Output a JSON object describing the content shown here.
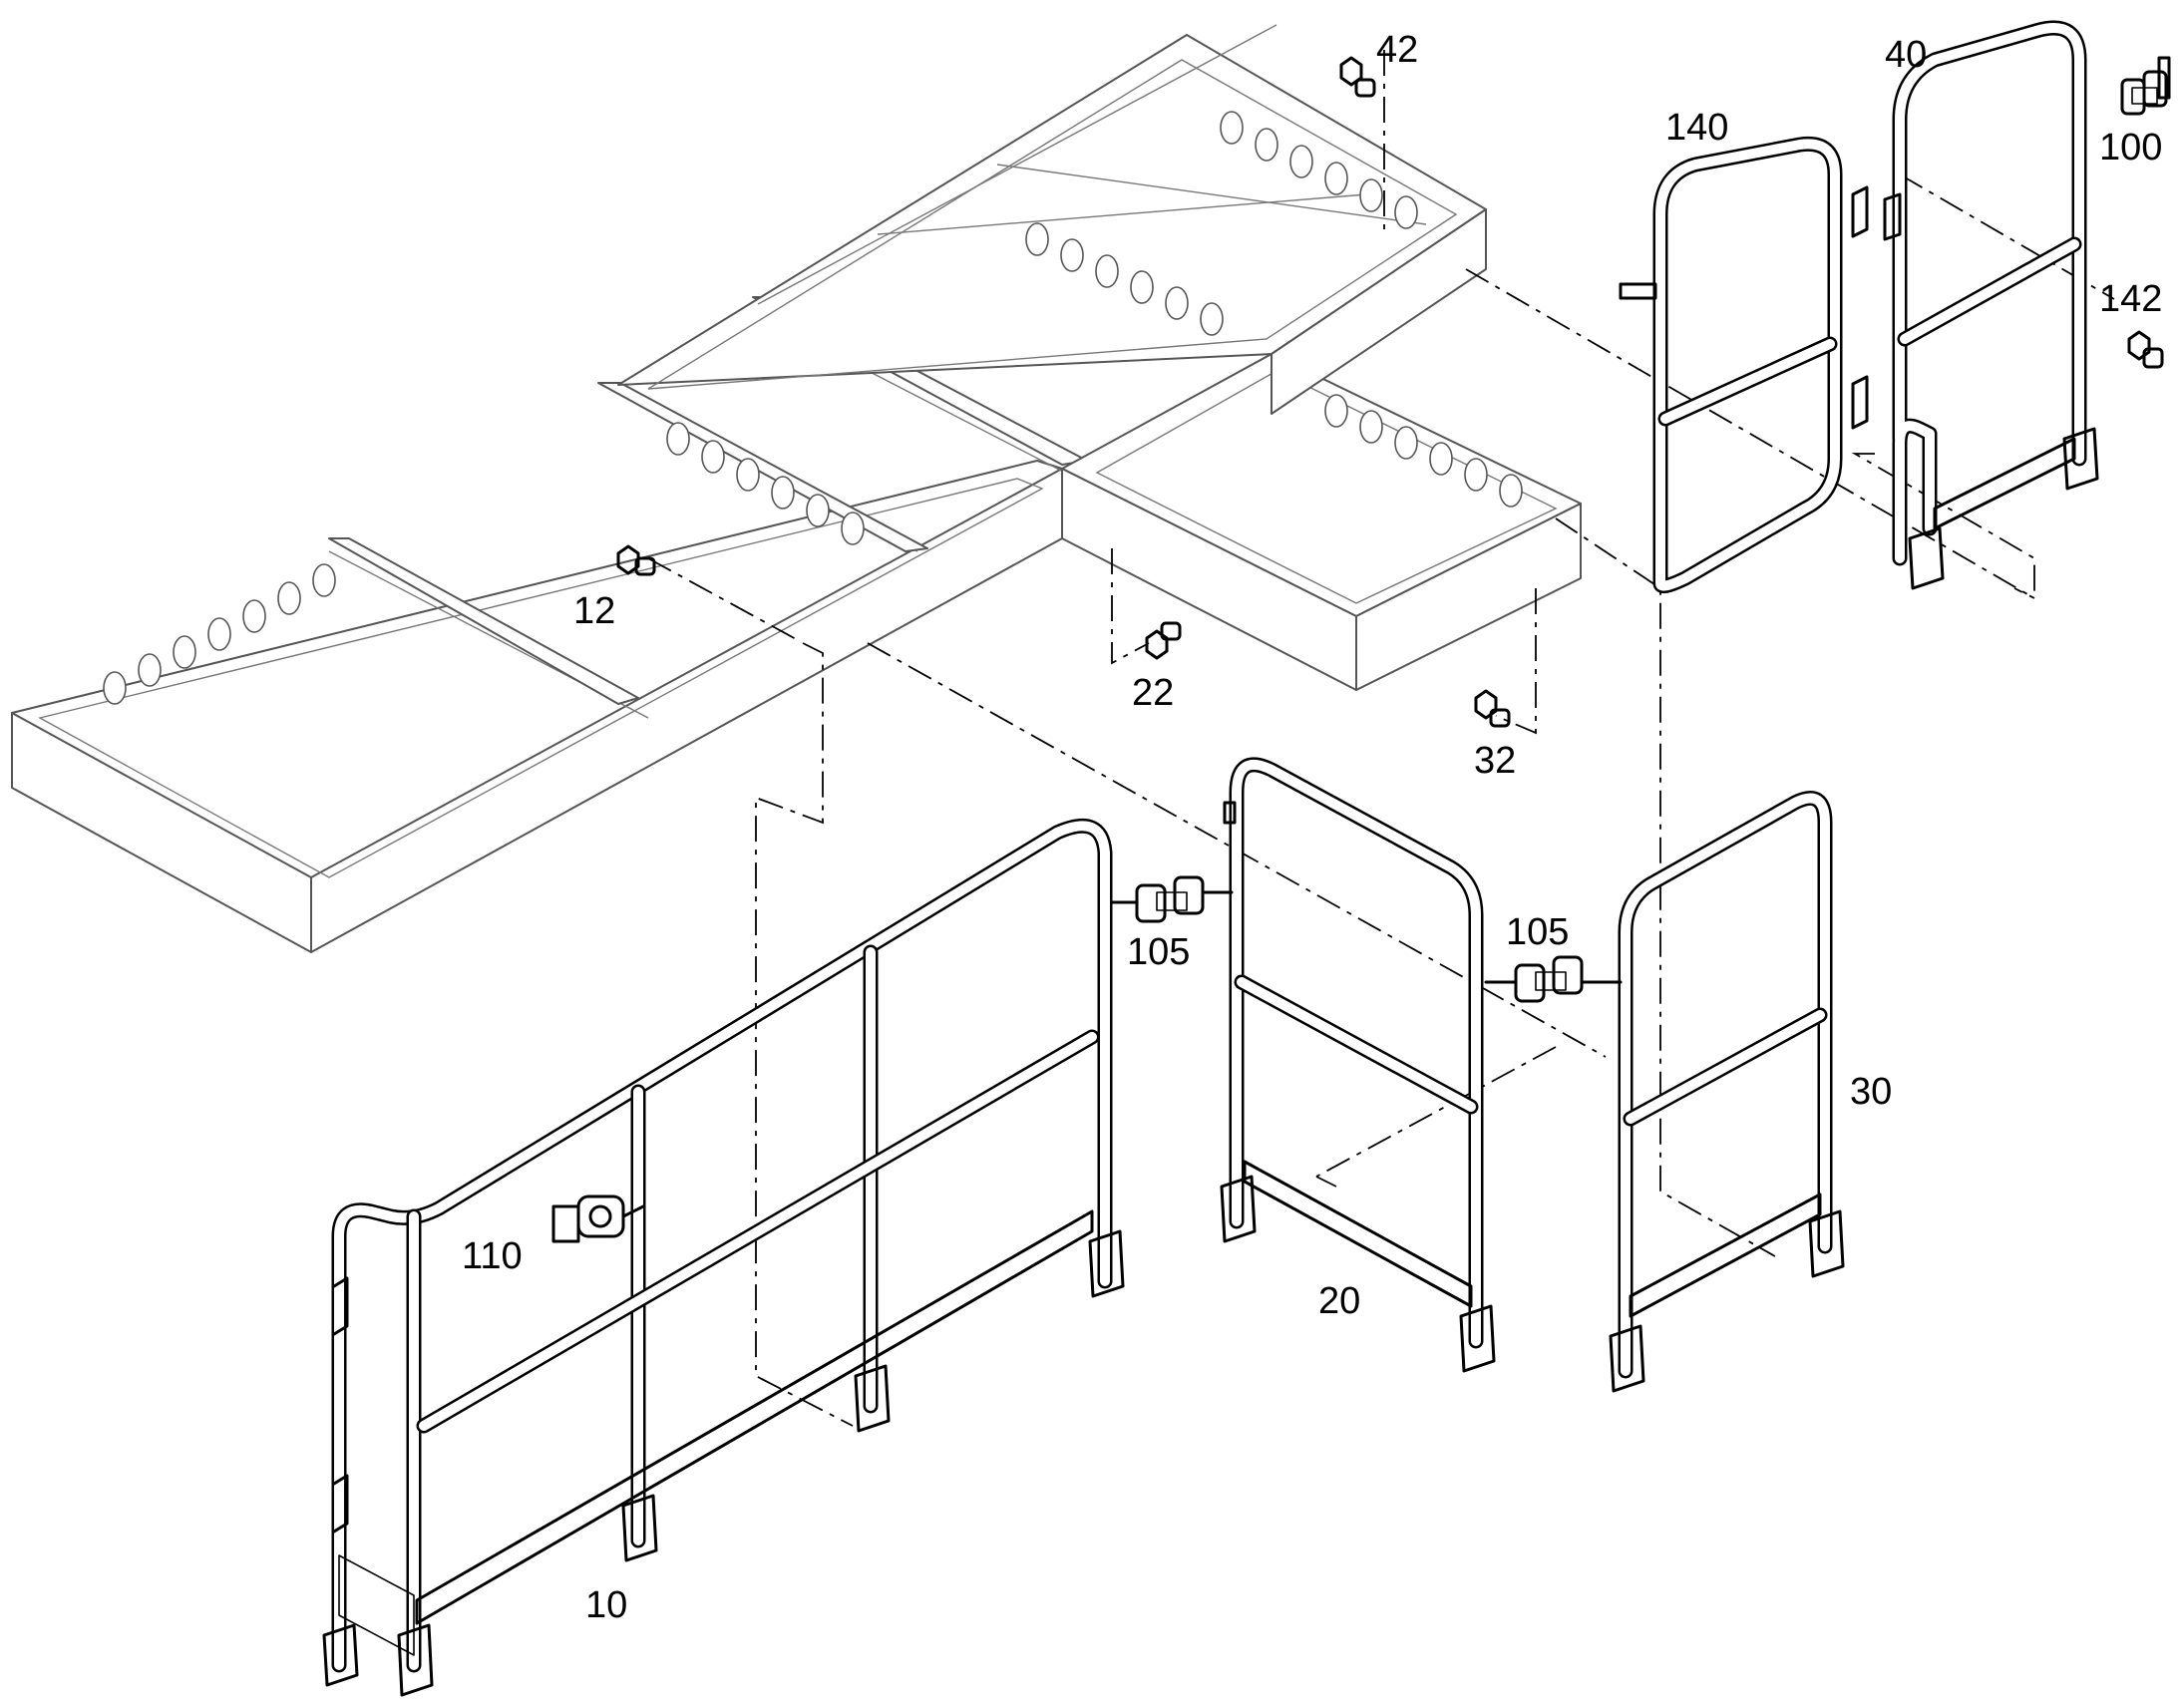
{
  "diagram": {
    "type": "exploded-assembly-drawing",
    "callouts": {
      "c10": "10",
      "c12": "12",
      "c20": "20",
      "c22": "22",
      "c30": "30",
      "c32": "32",
      "c40": "40",
      "c42": "42",
      "c100": "100",
      "c105a": "105",
      "c105b": "105",
      "c110": "110",
      "c140": "140",
      "c142": "142"
    }
  }
}
